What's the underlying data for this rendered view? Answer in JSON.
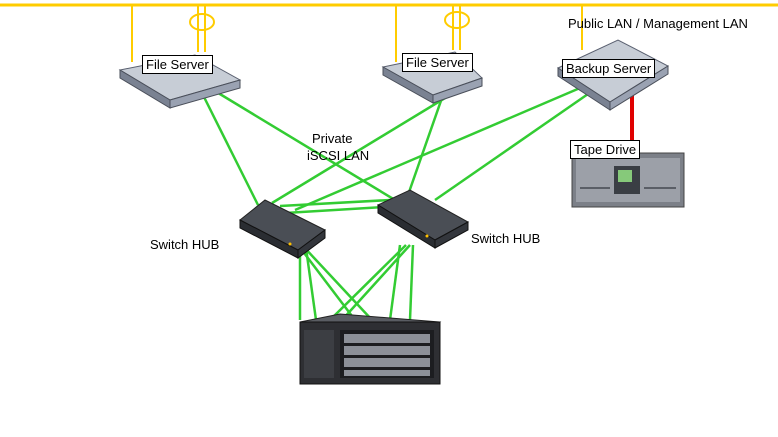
{
  "colors": {
    "public_lan": "#FFCC00",
    "iscsi_link": "#33CC33",
    "tape_link": "#E00000",
    "server_body": "#8E96A6",
    "switch_body": "#3C3F44",
    "storage_body": "#2E2F33"
  },
  "labels": {
    "file_server_1": "File Server",
    "file_server_2": "File Server",
    "backup_server": "Backup Server",
    "tape_drive": "Tape Drive",
    "public_lan": "Public LAN / Management LAN",
    "private_lan_line1": "Private",
    "private_lan_line2": "iSCSI LAN",
    "switch_hub_1": "Switch HUB",
    "switch_hub_2": "Switch HUB"
  }
}
